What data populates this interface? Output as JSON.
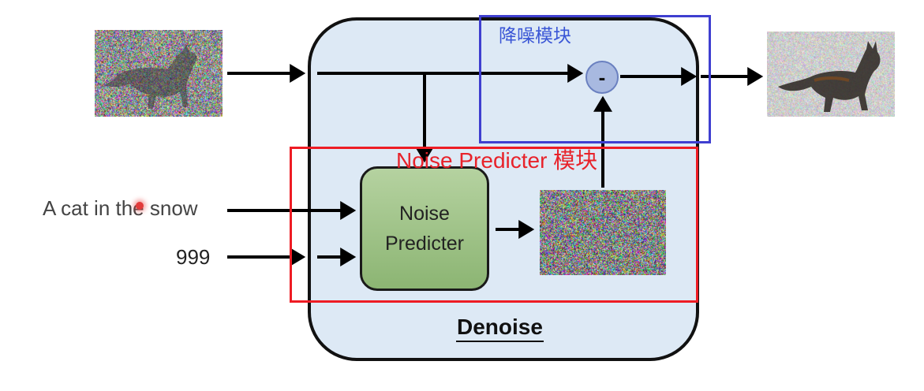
{
  "inputs": {
    "text_prompt": "A cat in the snow",
    "step": "999"
  },
  "denoise_module": {
    "title": "Denoise",
    "predictor_line1": "Noise",
    "predictor_line2": "Predicter"
  },
  "annotations": {
    "red_label": "Noise Predicter 模块",
    "blue_label": "降噪模块",
    "red_color": "#ee1c24",
    "blue_color": "#3f3fd0"
  },
  "operator": {
    "symbol": "-"
  },
  "colors": {
    "denoise_fill": "#dde9f5",
    "predictor_fill": "#9fc388"
  }
}
